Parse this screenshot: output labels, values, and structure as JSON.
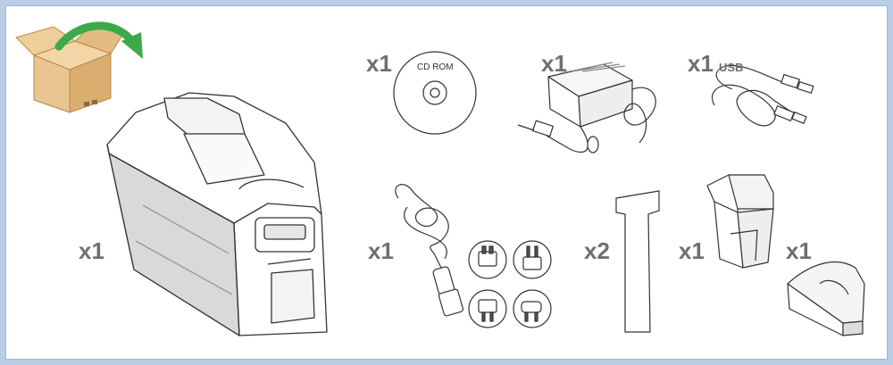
{
  "items": {
    "printer": {
      "qty": "x1"
    },
    "cdrom": {
      "qty": "x1",
      "label": "CD ROM"
    },
    "power_adapter": {
      "qty": "x1"
    },
    "usb_cable": {
      "qty": "x1",
      "label": "USB"
    },
    "power_cord": {
      "qty": "x1"
    },
    "cleaning_cards": {
      "qty": "x2"
    },
    "card_hopper": {
      "qty": "x1"
    },
    "card_stacker": {
      "qty": "x1"
    }
  },
  "colors": {
    "background": "#b9cde6",
    "panel": "#ffffff",
    "quantity_text": "#6f6f6f",
    "box": "#e8c591",
    "arrow": "#3caa4a",
    "printer_side": "#d9d9d9"
  },
  "icons": [
    "unpack-box-icon",
    "printer-icon",
    "cd-rom-icon",
    "power-adapter-icon",
    "usb-cable-icon",
    "power-cord-icon",
    "plug-adapters-icon",
    "cleaning-card-icon",
    "card-hopper-icon",
    "card-stacker-icon"
  ]
}
